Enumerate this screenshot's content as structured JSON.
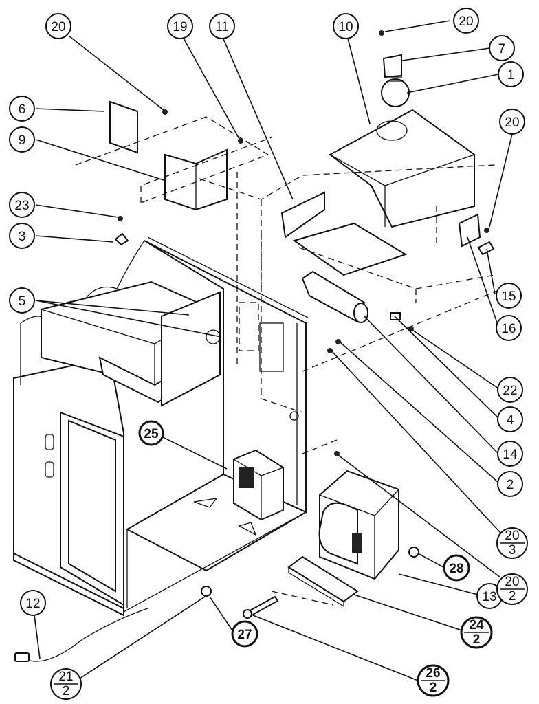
{
  "callouts": {
    "c20_top": "20",
    "c19": "19",
    "c11": "11",
    "c10": "10",
    "c20_upright": "20",
    "c7": "7",
    "c1": "1",
    "c6": "6",
    "c9": "9",
    "c20_right": "20",
    "c23": "23",
    "c3": "3",
    "c5": "5",
    "c15": "15",
    "c16": "16",
    "c22": "22",
    "c4": "4",
    "c14": "14",
    "c25": "25",
    "c2": "2",
    "c13": "13",
    "c28": "28",
    "c27": "27",
    "c12": "12"
  },
  "fractions": {
    "f20_3": {
      "num": "20",
      "den": "3"
    },
    "f20_2": {
      "num": "20",
      "den": "2"
    },
    "f24_2": {
      "num": "24",
      "den": "2"
    },
    "f26_2": {
      "num": "26",
      "den": "2"
    },
    "f21_2": {
      "num": "21",
      "den": "2"
    }
  }
}
